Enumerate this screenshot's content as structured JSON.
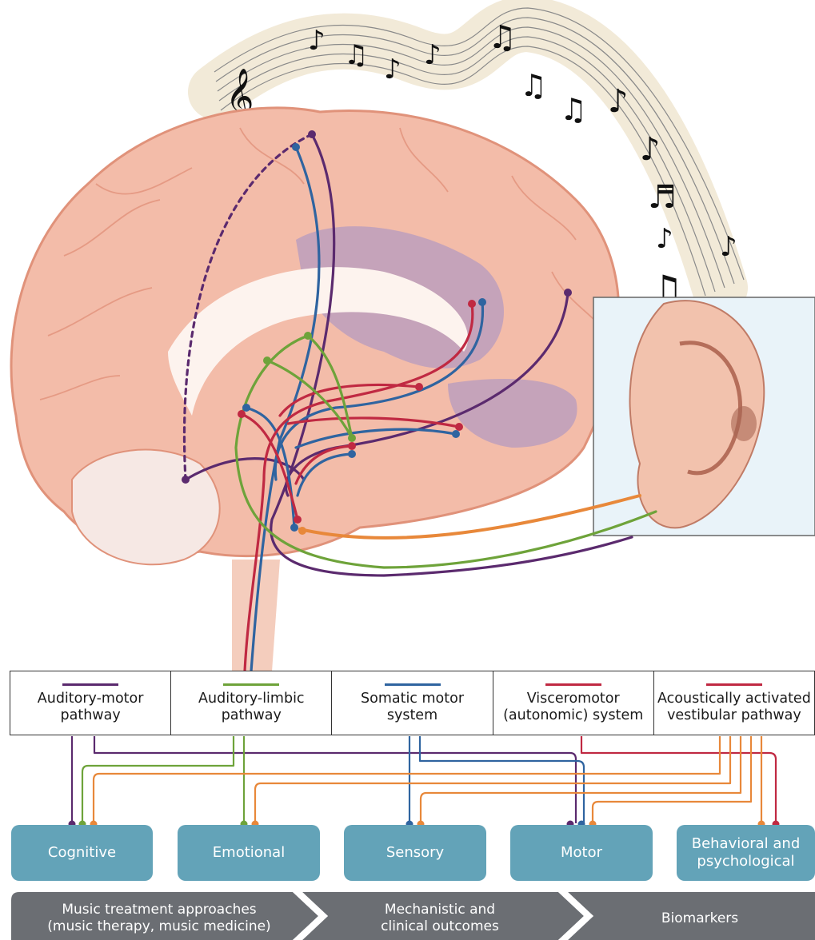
{
  "pathways": [
    {
      "label": "Auditory-motor\npathway",
      "color": "#5b2a6e"
    },
    {
      "label": "Auditory-limbic\npathway",
      "color": "#6ea33a"
    },
    {
      "label": "Somatic motor\nsystem",
      "color": "#2f64a0"
    },
    {
      "label": "Visceromotor\n(autonomic) system",
      "color": "#c02942"
    },
    {
      "label": "Acoustically activated\nvestibular pathway",
      "color": "#c02942"
    }
  ],
  "connector_color": "#e8883a",
  "outcomes": [
    {
      "label": "Cognitive"
    },
    {
      "label": "Emotional"
    },
    {
      "label": "Sensory"
    },
    {
      "label": "Motor"
    },
    {
      "label": "Behavioral and\npsychological"
    }
  ],
  "band": {
    "color": "#6b6e73",
    "steps": [
      {
        "label": "Music treatment approaches\n(music therapy, music medicine)"
      },
      {
        "label": "Mechanistic and\nclinical outcomes"
      },
      {
        "label": "Biomarkers"
      }
    ]
  }
}
